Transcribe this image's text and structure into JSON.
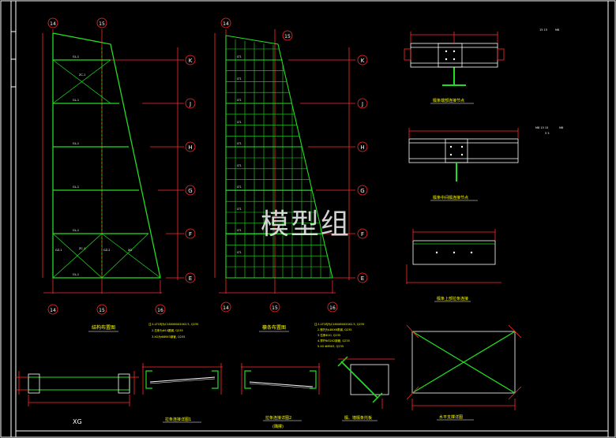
{
  "colors": {
    "background": "#000000",
    "frame": "#ffffff",
    "structure": "#22dd22",
    "axis": "#ff2a2a",
    "dimension": "#ff2a2a",
    "text": "#ffffff",
    "note": "#ffff00",
    "steel": "#ffffff"
  },
  "watermark": "模型组",
  "drawing_1": {
    "title": "结构布置图",
    "top_axes": [
      "14",
      "15"
    ],
    "bottom_axes": [
      "14",
      "15",
      "16"
    ]
  },
  "drawing_2": {
    "title": "檩条布置图",
    "top_axes": [
      "14",
      "15"
    ],
    "bottom_axes": [
      "14",
      "15",
      "16"
    ]
  },
  "grid_rows": [
    "K",
    "J",
    "H",
    "G",
    "F",
    "E"
  ],
  "member_labels": [
    "GL-1",
    "GL-1",
    "GL-1",
    "GL-1",
    "GL-1",
    "GL-1",
    "GZ-1",
    "GZ-2",
    "ZC-1",
    "ZC-1",
    "XG"
  ],
  "purlin_labels": [
    "LT1",
    "LT1",
    "LT1",
    "LT1",
    "LT1",
    "LT1",
    "LT1",
    "LT1",
    "LT1",
    "LT1"
  ],
  "notes_1": {
    "lines": [
      "注:1.LT1均为C160X60X20X2.5, Q235",
      "2.拉条为Φ10圆钢, Q235",
      "3.XG为Φ89X3钢管, Q235"
    ]
  },
  "notes_2": {
    "lines": [
      "注:1.LT1均为C160X60X20X2.5, Q235",
      "2.檩托为L80X6角钢, Q235",
      "3.拉条Φ10, Q235",
      "4.撑杆Φ32X2钢管, Q235",
      "5.XG Φ89X3, Q235"
    ]
  },
  "details": {
    "beam_top_joint": "檩条端部连接节点",
    "beam_mid_joint": "檩条中间檩连接节点",
    "beam_lower_joint": "檩条上部拉条连接",
    "xg_section": "XG",
    "brace_detail_1": "拉条连接详图1",
    "brace_detail_2": "拉条连接详图2",
    "brace_detail_2_sub": "(隅撑)",
    "purlin_support": "檩、墙檩条托板",
    "horizontal_brace": "水平支撑详图"
  },
  "right_annotations": [
    "15 15",
    "M6",
    "M8 15 15",
    "M8",
    "5 5"
  ]
}
